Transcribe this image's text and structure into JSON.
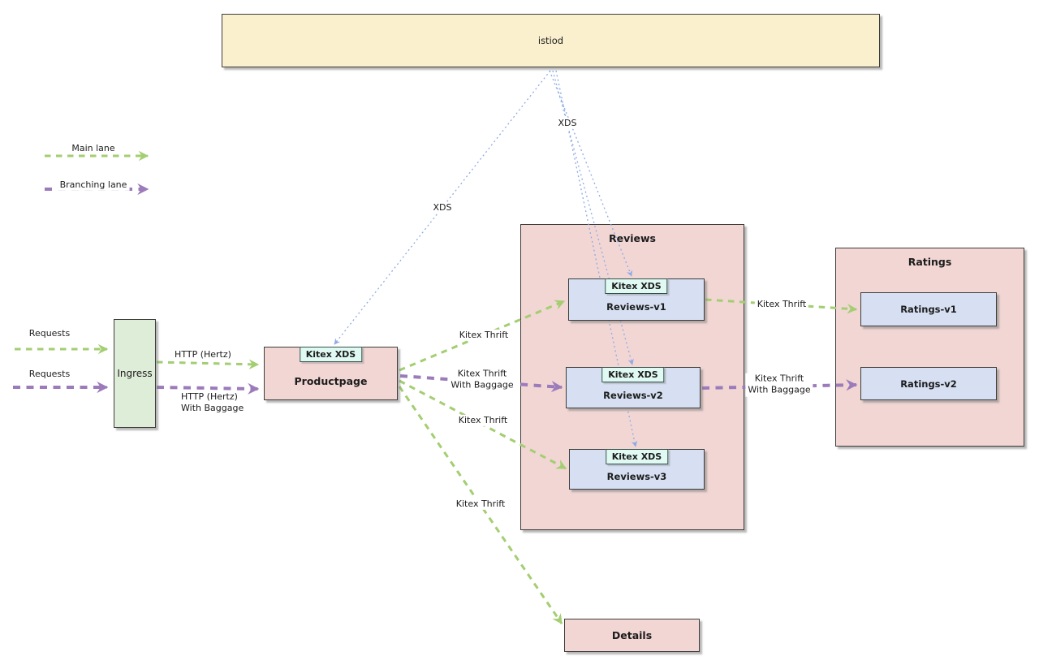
{
  "legend": {
    "main_label": "Main lane",
    "branching_label": "Branching lane"
  },
  "nodes": {
    "istiod": {
      "label": "istiod"
    },
    "ingress": {
      "label": "Ingress"
    },
    "productpage": {
      "label": "Productpage",
      "badge": "Kitex XDS"
    },
    "reviews": {
      "label": "Reviews"
    },
    "reviews_v1": {
      "label": "Reviews-v1",
      "badge": "Kitex XDS"
    },
    "reviews_v2": {
      "label": "Reviews-v2",
      "badge": "Kitex XDS"
    },
    "reviews_v3": {
      "label": "Reviews-v3",
      "badge": "Kitex XDS"
    },
    "ratings": {
      "label": "Ratings"
    },
    "ratings_v1": {
      "label": "Ratings-v1"
    },
    "ratings_v2": {
      "label": "Ratings-v2"
    },
    "details": {
      "label": "Details"
    }
  },
  "edge_labels": {
    "requests_main": "Requests",
    "requests_branch": "Requests",
    "http_hertz": "HTTP (Hertz)",
    "http_hertz_baggage": "HTTP (Hertz)\nWith Baggage",
    "xds_productpage": "XDS",
    "xds_reviews": "XDS",
    "kitex_thrift_rv1": "Kitex Thrift",
    "kitex_thrift_baggage_rv2": "Kitex Thrift\nWith Baggage",
    "kitex_thrift_rv3": "Kitex Thrift",
    "kitex_thrift_details": "Kitex Thrift",
    "kitex_thrift_rt1": "Kitex Thrift",
    "kitex_thrift_baggage_rt2": "Kitex Thrift\nWith Baggage"
  },
  "colors": {
    "istiod_fill": "#faf0ce",
    "container_fill": "#f1d6d4",
    "ingress_fill": "#deedd8",
    "version_box_fill": "#d6e0f2",
    "badge_fill": "#e0faf3",
    "main_lane_green": "#a3ce71",
    "branching_lane_purple": "#9c7bba",
    "xds_dotted_blue": "#8fabe3",
    "border": "#3d3d3a"
  }
}
